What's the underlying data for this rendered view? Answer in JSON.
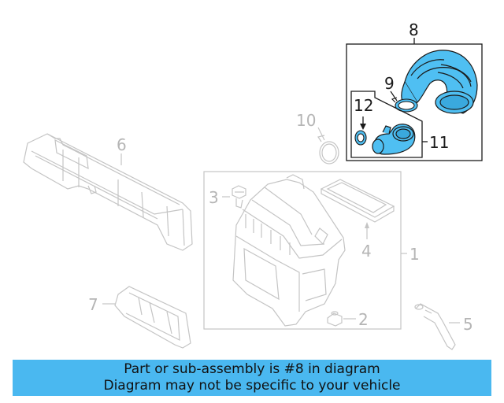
{
  "callouts": {
    "c1": "1",
    "c2": "2",
    "c3": "3",
    "c4": "4",
    "c5": "5",
    "c6": "6",
    "c7": "7",
    "c8": "8",
    "c9": "9",
    "c10": "10",
    "c11": "11",
    "c12": "12"
  },
  "banner": {
    "line1": "Part or sub-assembly is #8 in diagram",
    "line2": "Diagram may not be specific to your vehicle"
  },
  "colors": {
    "highlight": "#4ab8f0",
    "part_fill": "#4fbff2",
    "line_grey": "#c4c4c4",
    "text_grey": "#b5b5b5"
  }
}
